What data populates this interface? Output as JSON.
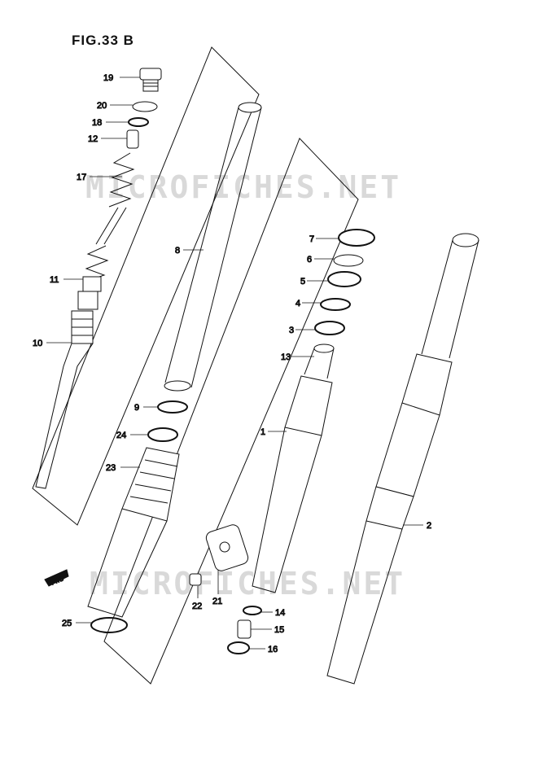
{
  "figure": {
    "title": "FIG.33 B"
  },
  "watermark": {
    "text": "MICROFICHES.NET"
  },
  "fwd_label": "FWD",
  "callouts": [
    {
      "id": "c19",
      "label": "19"
    },
    {
      "id": "c20",
      "label": "20"
    },
    {
      "id": "c18",
      "label": "18"
    },
    {
      "id": "c12",
      "label": "12"
    },
    {
      "id": "c17",
      "label": "17"
    },
    {
      "id": "c11",
      "label": "11"
    },
    {
      "id": "c10",
      "label": "10"
    },
    {
      "id": "c8",
      "label": "8"
    },
    {
      "id": "c9",
      "label": "9"
    },
    {
      "id": "c24",
      "label": "24"
    },
    {
      "id": "c23",
      "label": "23"
    },
    {
      "id": "c25",
      "label": "25"
    },
    {
      "id": "c22",
      "label": "22"
    },
    {
      "id": "c21",
      "label": "21"
    },
    {
      "id": "c14",
      "label": "14"
    },
    {
      "id": "c15",
      "label": "15"
    },
    {
      "id": "c16",
      "label": "16"
    },
    {
      "id": "c7",
      "label": "7"
    },
    {
      "id": "c6",
      "label": "6"
    },
    {
      "id": "c5",
      "label": "5"
    },
    {
      "id": "c4",
      "label": "4"
    },
    {
      "id": "c3",
      "label": "3"
    },
    {
      "id": "c13",
      "label": "13"
    },
    {
      "id": "c1",
      "label": "1"
    },
    {
      "id": "c2",
      "label": "2"
    }
  ]
}
